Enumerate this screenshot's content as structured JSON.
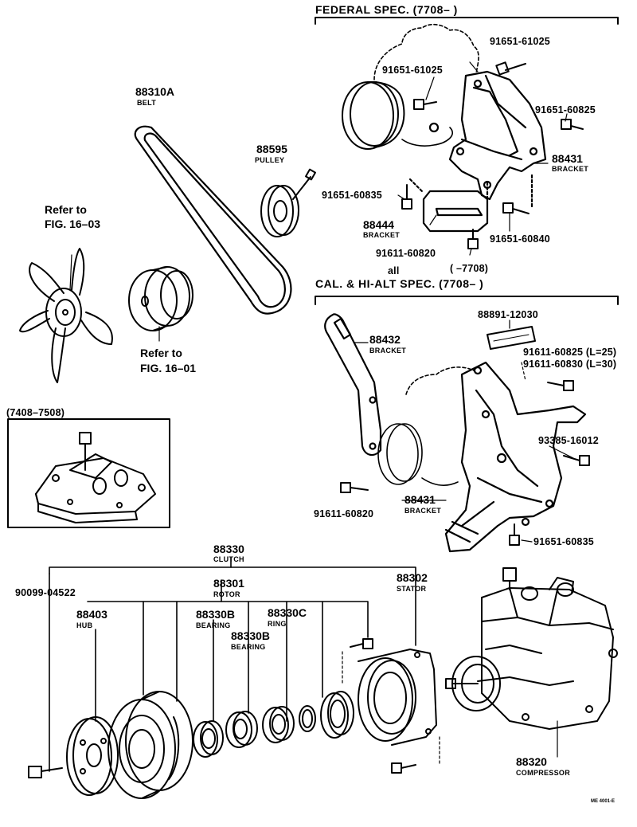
{
  "federal": {
    "header": "FEDERAL SPEC.  (7708–          )",
    "parts": {
      "bolt_top_right": "91651-61025",
      "bolt_top_left": "91651-61025",
      "bolt_right": "91651-60825",
      "bracket_88431": "88431",
      "bracket_88431_desc": "BRACKET",
      "bolt_left": "91651-60835",
      "bracket_88444": "88444",
      "bracket_88444_desc": "BRACKET",
      "bolt_lower_right": "91651-60840",
      "bolt_bottom": "91611-60820",
      "all_note": "all",
      "range_note": "(          –7708)"
    }
  },
  "belt_group": {
    "belt_no": "88310A",
    "belt_desc": "BELT",
    "pulley_no": "88595",
    "pulley_desc": "PULLEY",
    "refer_fan_1": "Refer to",
    "refer_fan_2": "FIG. 16–03",
    "refer_crank_1": "Refer to",
    "refer_crank_2": "FIG. 16–01"
  },
  "cal": {
    "header": "CAL. & HI-ALT SPEC.  (7708–          )",
    "parts": {
      "label_plate": "88891-12030",
      "bracket_88432": "88432",
      "bracket_88432_desc": "BRACKET",
      "bolt_l25": "91611-60825 (L=25)",
      "bolt_l30": "91611-60830 (L=30)",
      "bolt_93385": "93385-16012",
      "bolt_left": "91611-60820",
      "bracket_88431": "88431",
      "bracket_88431_desc": "BRACKET",
      "bolt_bottom": "91651-60835"
    }
  },
  "inset": {
    "range": "(7408–7508)"
  },
  "clutch": {
    "clutch_no": "88330",
    "clutch_desc": "CLUTCH",
    "bolt": "90099-04522",
    "rotor_no": "88301",
    "rotor_desc": "ROTOR",
    "stator_no": "88302",
    "stator_desc": "STATOR",
    "hub_no": "88403",
    "hub_desc": "HUB",
    "bearing_b_no": "88330B",
    "bearing_b_desc": "BEARING",
    "ring_no": "88330C",
    "ring_desc": "RING",
    "bearing_b2_no": "88330B",
    "bearing_b2_desc": "BEARING",
    "compressor_no": "88320",
    "compressor_desc": "COMPRESSOR"
  },
  "figure_code": "ME 4001-E"
}
